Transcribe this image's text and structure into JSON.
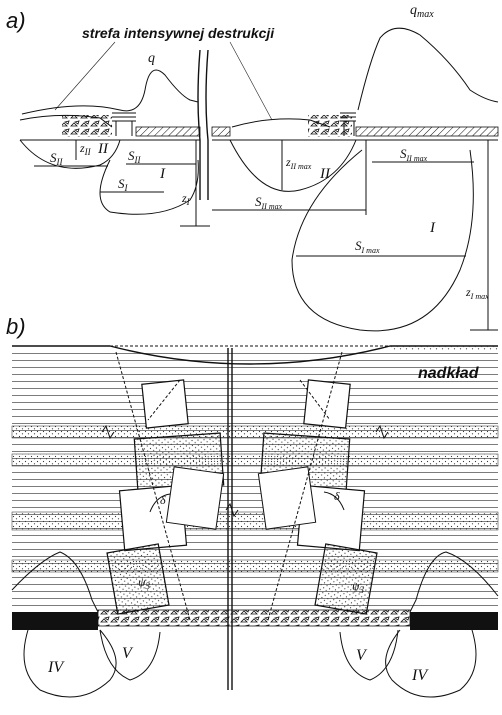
{
  "panel_a": {
    "tag": "a)",
    "zone_label": "strefa intensywnej destrukcji",
    "load_small": "q",
    "load_max": "q",
    "load_max_sub": "max",
    "zone_I": "I",
    "zone_II": "II",
    "S_II": "S",
    "S_II_sub": "II",
    "S_I": "S",
    "S_I_sub": "I",
    "z_II": "z",
    "z_II_sub": "II",
    "z_I": "z",
    "z_I_sub": "I",
    "z_II_max": "z",
    "z_II_max_sub": "II max",
    "S_II_max": "S",
    "S_II_max_sub": "II max",
    "S_I_max": "S",
    "S_I_max_sub": "I max",
    "z_I_max": "z",
    "z_I_max_sub": "I max"
  },
  "panel_b": {
    "tag": "b)",
    "overburden": "nadkład",
    "delta": "δ",
    "psi": "ψ",
    "psi_sub": "3",
    "zone_IV": "IV",
    "zone_V": "V"
  }
}
